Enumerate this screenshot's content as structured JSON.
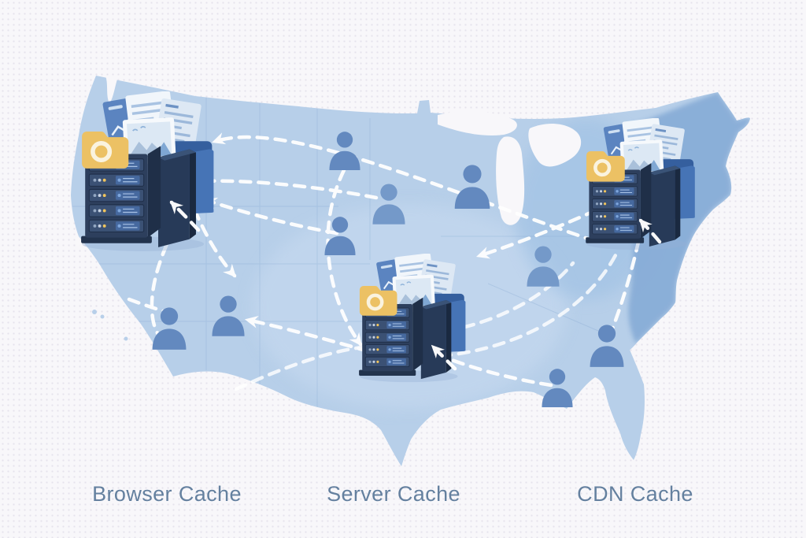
{
  "illustration": {
    "name": "cdn-caching-map",
    "map": {
      "name": "united-states-map"
    },
    "nodes": [
      {
        "id": "browser-cache",
        "label": "Browser Cache",
        "icon": "server-stack-icon",
        "region": "west"
      },
      {
        "id": "server-cache",
        "label": "Server Cache",
        "icon": "server-stack-icon",
        "region": "central"
      },
      {
        "id": "cdn-cache",
        "label": "CDN Cache",
        "icon": "server-stack-icon",
        "region": "east"
      }
    ],
    "users": {
      "icon": "person-icon",
      "count": 9
    },
    "connections": {
      "style": "dashed",
      "arrowheads": true,
      "count": 17
    },
    "colors": {
      "background": "#f8f7fa",
      "map-fill": "#b7cfe9",
      "map-northeast-fill": "#86abd6",
      "person-fill": "#6389bf",
      "server-body": "#2d3f5d",
      "folder-yellow": "#ecc164",
      "folder-blue": "#4674b6",
      "document-fill": "#f1f6fb",
      "arrow-color": "#ffffff",
      "label-color": "#64809f"
    }
  }
}
